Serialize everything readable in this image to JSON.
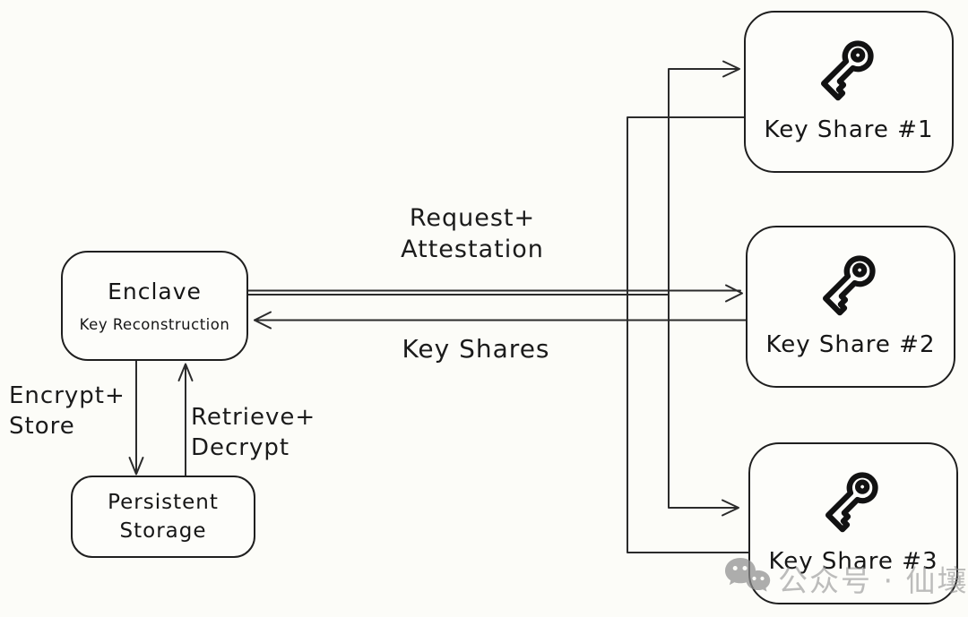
{
  "diagram": {
    "enclave": {
      "title": "Enclave",
      "subtitle": "Key Reconstruction"
    },
    "storage": {
      "label": "Persistent\nStorage"
    },
    "shares": [
      {
        "label": "Key Share #1",
        "icon": "key-icon"
      },
      {
        "label": "Key Share #2",
        "icon": "key-icon"
      },
      {
        "label": "Key Share #3",
        "icon": "key-icon"
      }
    ],
    "edges": {
      "request": {
        "label": "Request+\nAttestation",
        "direction": "enclave-to-shares"
      },
      "key_shares": {
        "label": "Key Shares",
        "direction": "shares-to-enclave"
      },
      "encrypt_store": {
        "label": "Encrypt+\nStore",
        "direction": "enclave-to-storage"
      },
      "retrieve_decrypt": {
        "label": "Retrieve+\nDecrypt",
        "direction": "storage-to-enclave"
      }
    }
  },
  "watermark": {
    "icon": "wechat-icon",
    "text": "公众号 · 仙壤"
  },
  "colors": {
    "background": "#fcfcf8",
    "stroke": "#242424",
    "box_fill": "#fdfdfa",
    "watermark_grey": "#a9a9a9"
  }
}
